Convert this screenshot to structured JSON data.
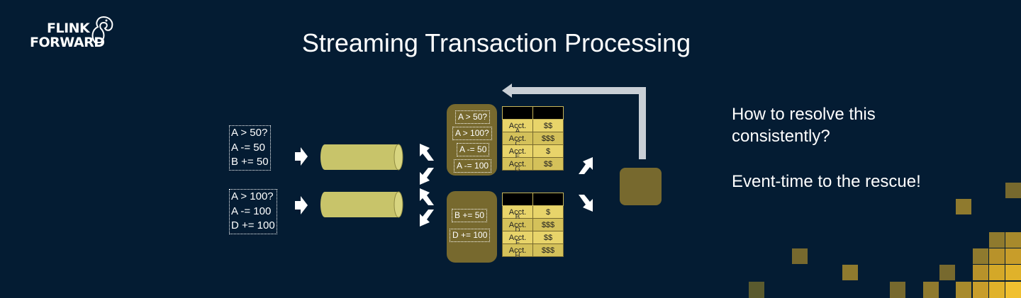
{
  "logo": {
    "line1": "FLINK",
    "line2": "FORWARD"
  },
  "title": "Streaming Transaction Processing",
  "transactions": [
    {
      "lines": [
        "A > 50?",
        "A -= 50",
        "B += 50"
      ]
    },
    {
      "lines": [
        "A > 100?",
        "A -= 100",
        "D += 100"
      ]
    }
  ],
  "operators": [
    {
      "rules": [
        "A > 50?",
        "A > 100?",
        "A -= 50",
        "A -= 100"
      ],
      "table": {
        "rows": [
          {
            "acct": "Acct.",
            "sub": "A",
            "amount": "$$"
          },
          {
            "acct": "Acct.",
            "sub": "C",
            "amount": "$$$"
          },
          {
            "acct": "Acct.",
            "sub": "E",
            "amount": "$"
          },
          {
            "acct": "Acct.",
            "sub": "G",
            "amount": "$$"
          }
        ]
      }
    },
    {
      "rules": [
        "B += 50",
        "D += 100"
      ],
      "table": {
        "rows": [
          {
            "acct": "Acct.",
            "sub": "B",
            "amount": "$"
          },
          {
            "acct": "Acct.",
            "sub": "D",
            "amount": "$$$"
          },
          {
            "acct": "Acct.",
            "sub": "F",
            "amount": "$$"
          },
          {
            "acct": "Acct.",
            "sub": "H",
            "amount": "$$$"
          }
        ]
      }
    }
  ],
  "side_text": {
    "question_line1": "How to resolve this",
    "question_line2": "consistently?",
    "answer": "Event-time to the rescue!"
  },
  "colors": {
    "background": "#041c33",
    "operator": "#77692e",
    "cylinder": "#c8c46a",
    "table_cell": "#d4c15a",
    "feedback_arrow": "#c9cfd6"
  }
}
